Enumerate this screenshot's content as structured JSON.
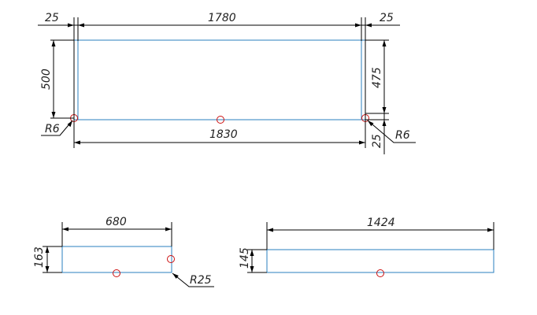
{
  "colors": {
    "part_edge": "#2a7fbf",
    "marker": "#cc1111",
    "dimension": "#000000"
  },
  "panels": {
    "main": {
      "dimensions": {
        "left_offset": "25",
        "top_length": "1780",
        "right_offset": "25",
        "height": "500",
        "inner_height": "475",
        "bottom_length": "1830",
        "bottom_offset": "25"
      },
      "radii": {
        "left": "R6",
        "right": "R6"
      }
    },
    "small": {
      "dimensions": {
        "length": "680",
        "height": "163"
      },
      "radius": "R25"
    },
    "long": {
      "dimensions": {
        "length": "1424",
        "height": "145"
      }
    }
  }
}
